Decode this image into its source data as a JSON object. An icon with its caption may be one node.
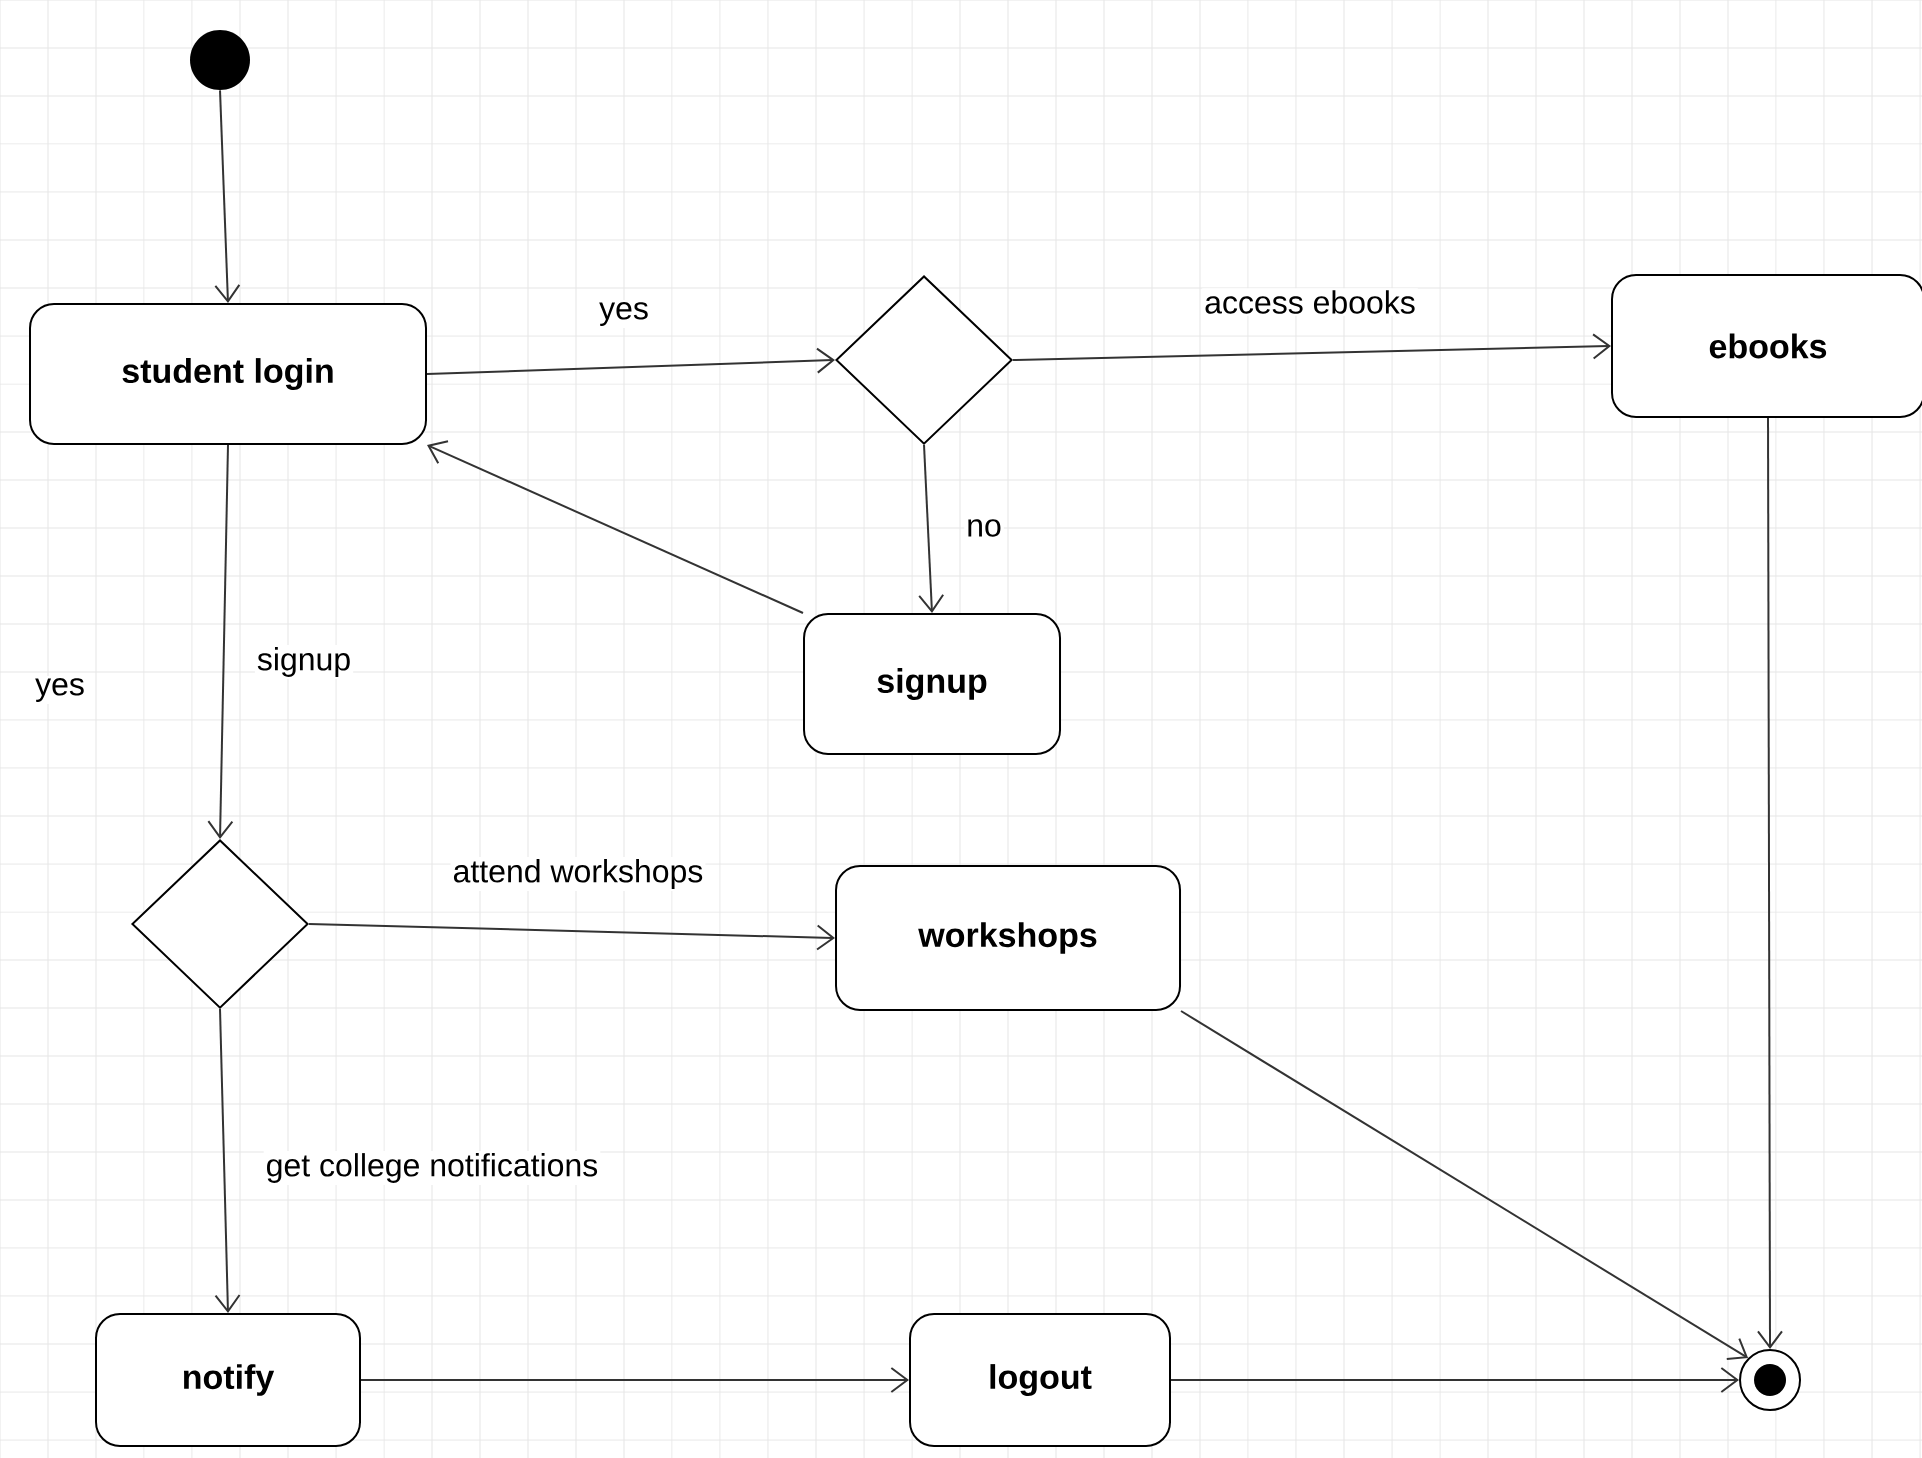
{
  "diagram": {
    "nodes": [
      {
        "text": [],
        "shape": "circle"
      },
      {
        "text": [
          "student login"
        ]
      },
      {
        "text": [],
        "shape": "diamond"
      },
      {
        "text": [
          "ebooks"
        ]
      },
      {
        "text": [
          "signup"
        ]
      },
      {
        "text": [],
        "shape": "diamond"
      },
      {
        "text": [
          "workshops"
        ]
      },
      {
        "text": [
          "notify"
        ]
      },
      {
        "text": [
          "logout"
        ]
      },
      {
        "text": [],
        "shape": "bullseye"
      }
    ],
    "edges": [
      {
        "from": 0,
        "to": 1,
        "arrow": "to"
      },
      {
        "from": 1,
        "to": 2,
        "arrow": "to",
        "label": "yes"
      },
      {
        "from": 2,
        "to": 3,
        "arrow": "to",
        "label": "access ebooks"
      },
      {
        "from": 2,
        "to": 4,
        "arrow": "to",
        "label": "no"
      },
      {
        "from": 4,
        "to": 1,
        "arrow": "to"
      },
      {
        "from": 1,
        "to": 5,
        "arrow": "to",
        "label": "signup"
      },
      {
        "from": 5,
        "to": 6,
        "arrow": "to",
        "label": "attend workshops"
      },
      {
        "from": 5,
        "to": 7,
        "arrow": "to",
        "label": "get college notifications"
      },
      {
        "from": 7,
        "to": 8,
        "arrow": "to"
      },
      {
        "from": 8,
        "to": 9,
        "arrow": "to"
      },
      {
        "from": 6,
        "to": 9,
        "arrow": "to"
      },
      {
        "from": 3,
        "to": 9,
        "arrow": "to"
      }
    ],
    "labels": [
      "yes"
    ]
  }
}
